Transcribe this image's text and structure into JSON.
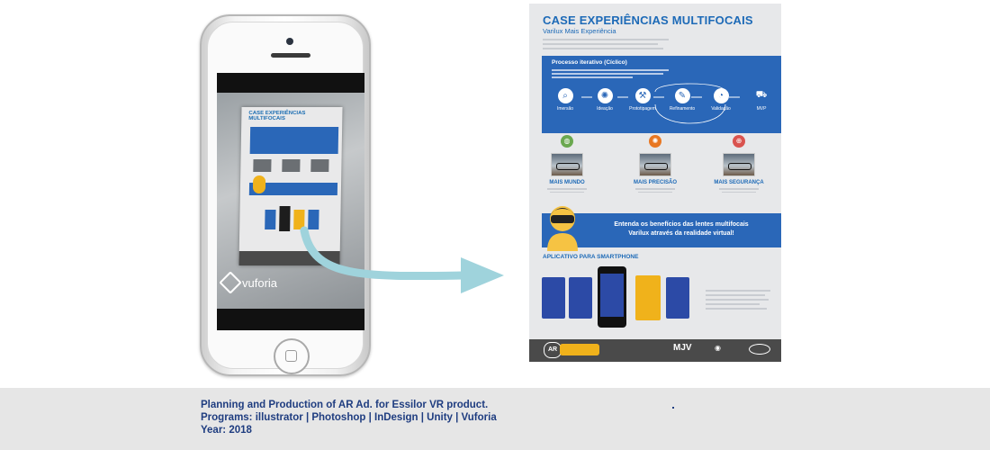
{
  "phone": {
    "ar_brand": "vuforia",
    "mini_poster_title": "CASE EXPERIÊNCIAS MULTIFOCAIS"
  },
  "poster": {
    "title": "CASE EXPERIÊNCIAS MULTIFOCAIS",
    "subtitle": "Varilux Mais Experiência",
    "process_title": "Processo iterativo (Cíclico)",
    "steps": [
      "Imersão",
      "Ideação",
      "Prototipagem",
      "Refinamento",
      "Validação",
      "MVP"
    ],
    "benefits": [
      {
        "label": "MAIS MUNDO",
        "color": "#6aa84f"
      },
      {
        "label": "MAIS PRECISÃO",
        "color": "#e87722"
      },
      {
        "label": "MAIS SEGURANÇA",
        "color": "#d9534f"
      }
    ],
    "cta_line1": "Entenda os benefícios das lentes multifocais",
    "cta_line2": "Varilux através da realidade virtual!",
    "app_section_title": "APLICATIVO PARA SMARTPHONE",
    "footer_brand": "MJV",
    "footer_ar": "AR"
  },
  "caption": {
    "line1": "Planning and Production of AR Ad. for Essilor VR product.",
    "line2": "Programs: illustrator | Photoshop | InDesign | Unity | Vuforia",
    "line3": "Year: 2018"
  },
  "colors": {
    "poster_blue": "#2a67b8",
    "title_blue": "#1d6ab7",
    "caption_navy": "#1f3d80",
    "arrow_teal": "#9fd3dc",
    "bottom_bar": "#e6e6e6"
  }
}
